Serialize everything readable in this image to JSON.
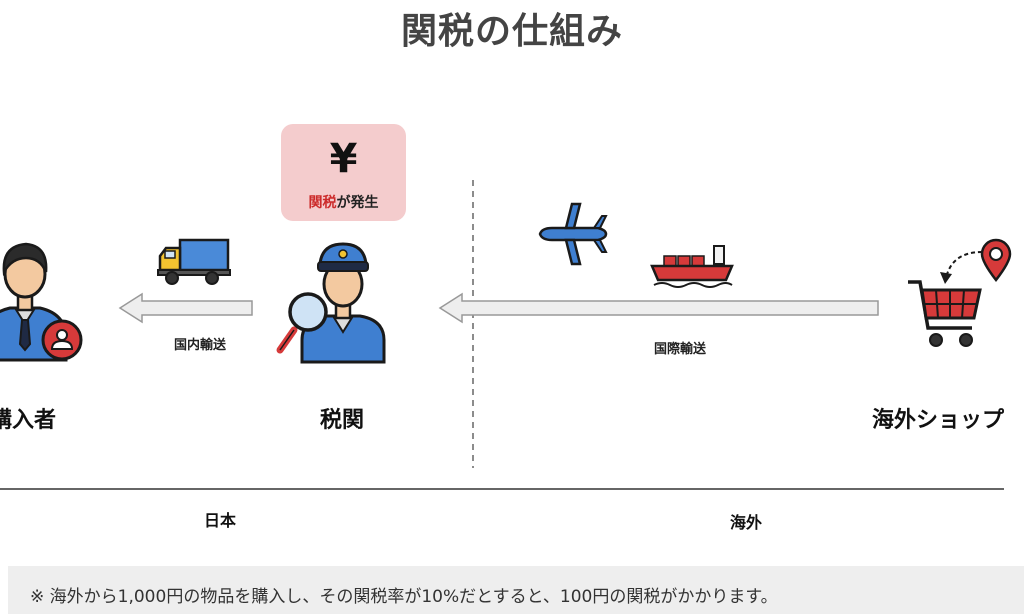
{
  "title": "関税の仕組み",
  "tax_box": {
    "symbol": "¥",
    "emphasis": "関税",
    "suffix": "が発生"
  },
  "routes": {
    "domestic": "国内輸送",
    "international": "国際輸送"
  },
  "nodes": {
    "buyer": "購入者",
    "customs": "税関",
    "overseas_shop": "海外ショップ"
  },
  "regions": {
    "japan": "日本",
    "overseas": "海外"
  },
  "note": "※ 海外から1,000円の物品を購入し、その関税率が10%だとすると、100円の関税がかかります。",
  "icons": [
    "person-icon",
    "badge-icon",
    "truck-icon",
    "customs-officer-icon",
    "magnifier-icon",
    "airplane-icon",
    "ship-icon",
    "cart-icon",
    "location-pin-icon"
  ],
  "colors": {
    "accent_red": "#d63a3a",
    "blue": "#3f7fd0",
    "tax_box_bg": "#f4cccd",
    "arrow_fill": "#eeeeee"
  }
}
